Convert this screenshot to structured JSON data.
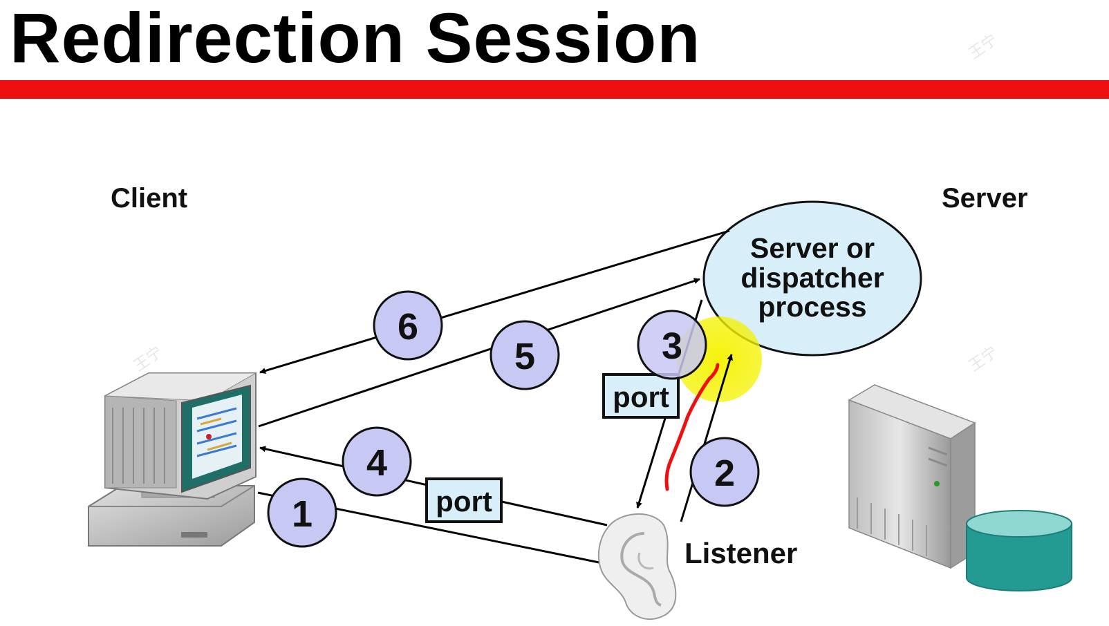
{
  "title": "Redirection Session",
  "labels": {
    "client": "Client",
    "server": "Server",
    "process": [
      "Server or",
      "dispatcher",
      "process"
    ],
    "listener": "Listener",
    "port": "port"
  },
  "steps": [
    "1",
    "2",
    "3",
    "4",
    "5",
    "6"
  ],
  "watermark": "王宁",
  "colors": {
    "title_bar": "#ee1010",
    "step_circle_fill": "#c8c8f4",
    "process_fill": "#d8eef8",
    "port_fill": "#d8eef8",
    "highlight": "#f5f200",
    "annotation_stroke": "#ee1010",
    "database": "#2aa39a"
  },
  "icons": [
    "computer-icon",
    "ear-icon",
    "server-tower-icon",
    "database-icon"
  ]
}
